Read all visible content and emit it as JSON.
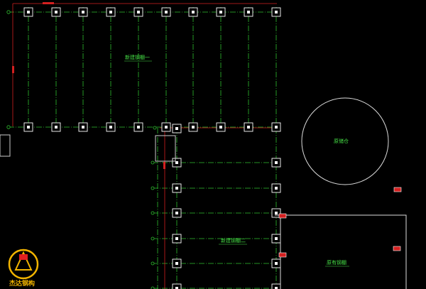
{
  "labels": {
    "building1": "新建钢棚一",
    "building2": "新建钢棚二",
    "existing_building": "原有钢棚",
    "circle": "原储仓"
  },
  "logo": {
    "text": "杰达钢构",
    "accent": "#f2b400",
    "mark": "#e02020"
  },
  "colors": {
    "background": "#000000",
    "column": "#ffffff",
    "grid": "#2fbf2f",
    "dimension": "#d42020",
    "label": "#46e046"
  }
}
